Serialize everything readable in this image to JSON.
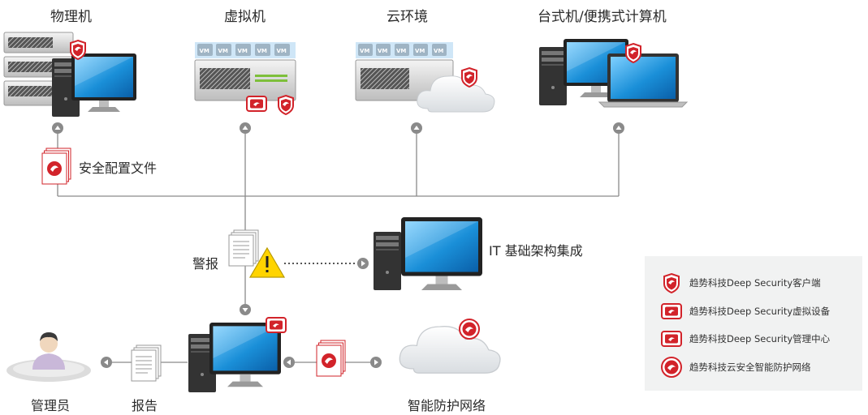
{
  "labels": {
    "physical": "物理机",
    "virtual": "虚拟机",
    "cloud": "云环境",
    "desktop": "台式机/便携式计算机",
    "security_config": "安全配置文件",
    "alert": "警报",
    "it_integration": "IT 基础架构集成",
    "admin": "管理员",
    "report": "报告",
    "smart_network": "智能防护网络"
  },
  "vm_tag": "VM",
  "legend": {
    "items": [
      {
        "text": "趋势科技Deep Security客户端",
        "icon": "shield-badge-icon"
      },
      {
        "text": "趋势科技Deep Security虚拟设备",
        "icon": "appliance-badge-icon"
      },
      {
        "text": "趋势科技Deep Security管理中心",
        "icon": "manager-badge-icon"
      },
      {
        "text": "趋势科技云安全智能防护网络",
        "icon": "smart-network-circle-icon"
      }
    ]
  },
  "colors": {
    "brand_red": "#d2232a",
    "line_gray": "#8a8a8a",
    "monitor_blue": "#1a8fd8",
    "warning_yellow": "#ffd400",
    "legend_bg": "#f1f2f2"
  }
}
